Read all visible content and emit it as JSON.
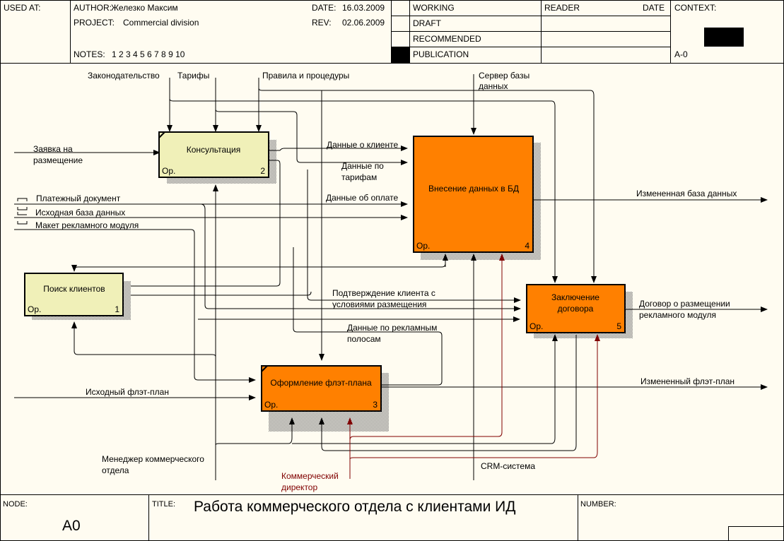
{
  "header": {
    "used_at_label": "USED AT:",
    "author_label": "AUTHOR:",
    "author": "Железко Максим",
    "project_label": "PROJECT:",
    "project": "Commercial division",
    "notes_label": "NOTES:",
    "notes": "1  2  3  4  5  6  7  8  9  10",
    "date_label": "DATE:",
    "date": "16.03.2009",
    "rev_label": "REV:",
    "rev": "02.06.2009",
    "status_options": [
      {
        "label": "WORKING",
        "selected": false
      },
      {
        "label": "DRAFT",
        "selected": false
      },
      {
        "label": "RECOMMENDED",
        "selected": false
      },
      {
        "label": "PUBLICATION",
        "selected": true
      }
    ],
    "reader_label": "READER",
    "reader_date_label": "DATE",
    "context_label": "CONTEXT:",
    "context_node": "A-0"
  },
  "diagram": {
    "activities": [
      {
        "id": 1,
        "name": "Поиск клиентов",
        "cost": "Ор.",
        "number": "1",
        "color": "#f0f0b8"
      },
      {
        "id": 2,
        "name": "Консультация",
        "cost": "Ор.",
        "number": "2",
        "color": "#f0f0b8"
      },
      {
        "id": 3,
        "name": "Оформление флэт-плана",
        "cost": "Ор.",
        "number": "3",
        "color": "#ff8000"
      },
      {
        "id": 4,
        "name": "Внесение данных в БД",
        "cost": "Ор.",
        "number": "4",
        "color": "#ff8000"
      },
      {
        "id": 5,
        "name": "Заключение договора",
        "cost": "Ор.",
        "number": "5",
        "color": "#ff8000"
      }
    ],
    "arrow_labels": {
      "law": "Законодательство",
      "tariffs": "Тарифы",
      "rules": "Правила и процедуры",
      "db_server_1": "Сервер базы",
      "db_server_2": "данных",
      "request_1": "Заявка на",
      "request_2": "размещение",
      "payment_doc": "Платежный документ",
      "source_db": "Исходная база данных",
      "ad_layout": "Макет рекламного модуля",
      "client_data": "Данные о клиенте",
      "tariff_data_1": "Данные по",
      "tariff_data_2": "тарифам",
      "payment_data": "Данные об оплате",
      "changed_db": "Измененная база данных",
      "confirm_1": "Подтверждение клиента с",
      "confirm_2": "условиями размещения",
      "ad_strips_1": "Данные по рекламным",
      "ad_strips_2": "полосам",
      "contract_1": "Договор о размещении",
      "contract_2": "рекламного модуля",
      "source_flatplan": "Исходный флэт-план",
      "changed_flatplan": "Измененный флэт-план",
      "manager_1": "Менеджер коммерческого",
      "manager_2": "отдела",
      "director_1": "Коммерческий",
      "director_2": "директор",
      "crm": "CRM-система"
    },
    "colors": {
      "arrow": "#000000",
      "director_arrow": "#800000",
      "light_box": "#f0f0b8",
      "orange_box": "#ff8000",
      "background": "#fffcf1"
    }
  },
  "footer": {
    "node_label": "NODE:",
    "node": "A0",
    "title_label": "TITLE:",
    "title": "Работа коммерческого отдела с клиентами ИД",
    "number_label": "NUMBER:"
  }
}
